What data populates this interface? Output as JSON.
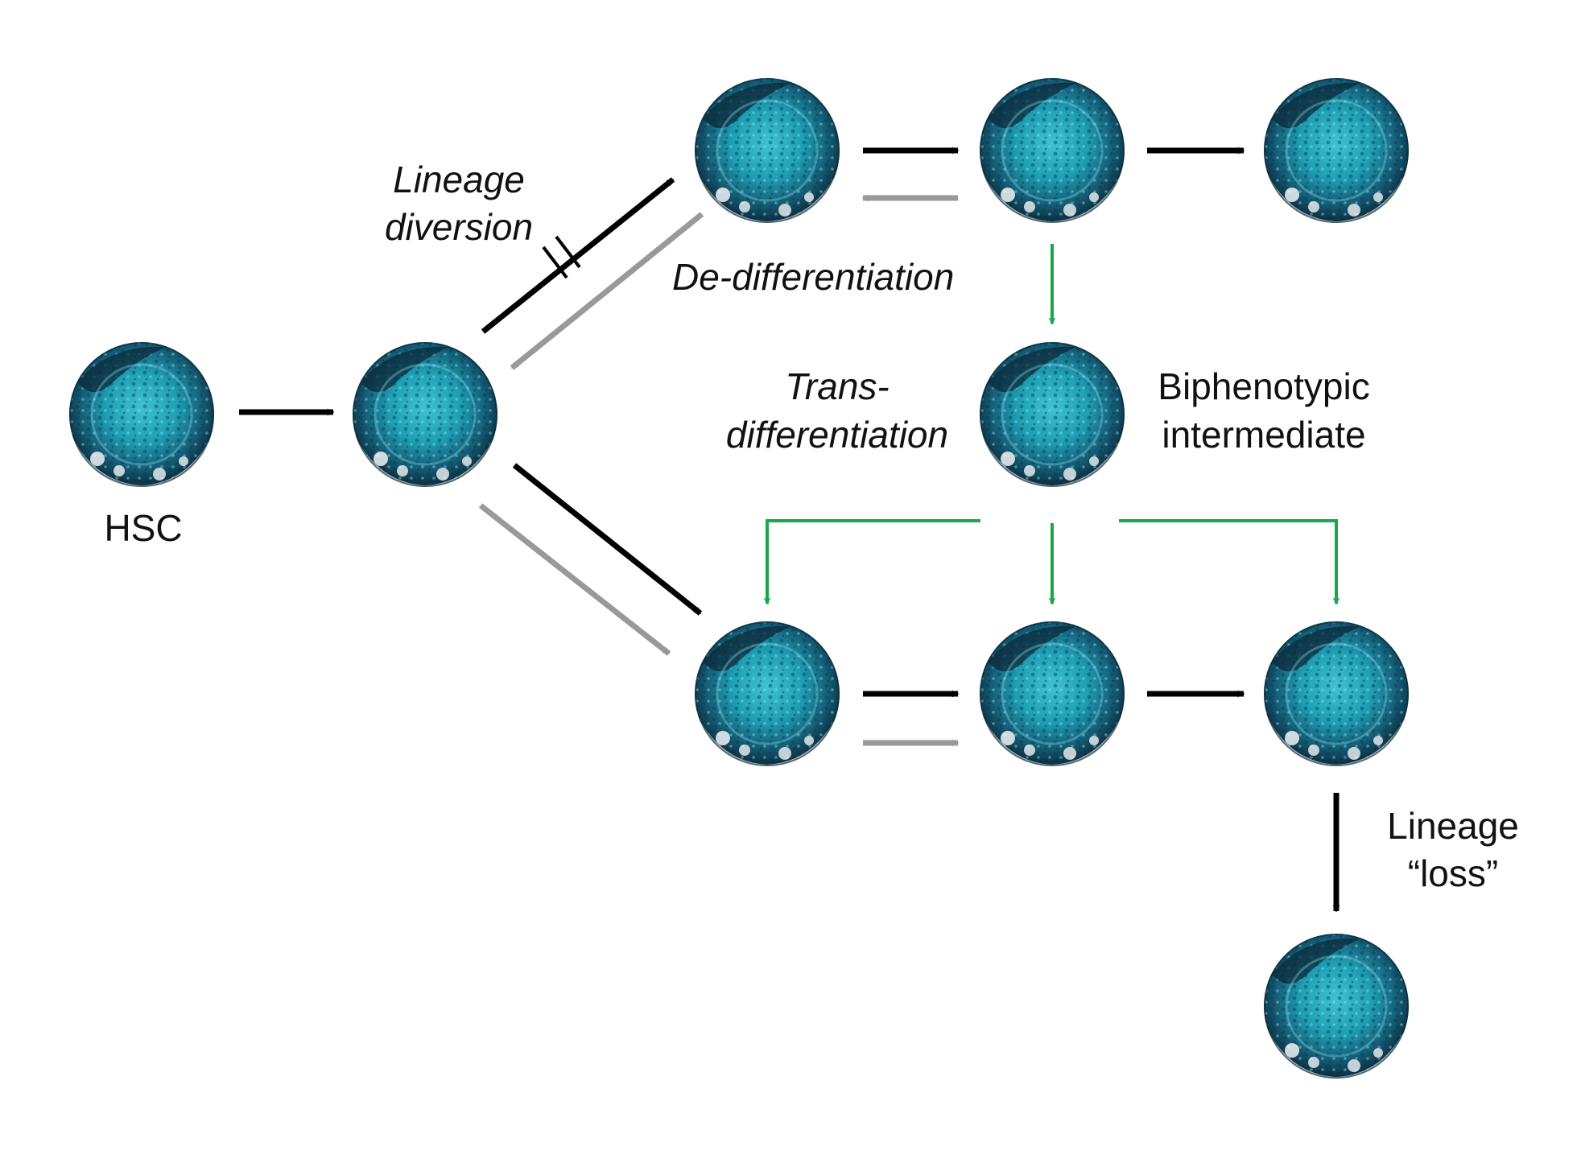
{
  "labels": {
    "hsc": "HSC",
    "lineage_diversion_1": "Lineage",
    "lineage_diversion_2": "diversion",
    "de_differentiation": "De-differentiation",
    "trans_1": "Trans-",
    "trans_2": "differentiation",
    "biphenotypic_1": "Biphenotypic",
    "biphenotypic_2": "intermediate",
    "lineage_loss_1": "Lineage",
    "lineage_loss_2": "“loss”"
  },
  "colors": {
    "forward_arrow": "#000000",
    "reverse_arrow": "#999999",
    "transdifferentiation_arrow": "#1aa64a",
    "cell_teal": "#1e9fb3",
    "cell_dark": "#0c2a3a",
    "cell_rim": "#e6eef2"
  },
  "cells": [
    "hsc-cell",
    "progenitor-cell",
    "upper-lineage-cell-1",
    "upper-lineage-cell-2",
    "upper-lineage-cell-3",
    "biphenotypic-cell",
    "lower-lineage-cell-1",
    "lower-lineage-cell-2",
    "lower-lineage-cell-3",
    "lineage-loss-cell"
  ]
}
